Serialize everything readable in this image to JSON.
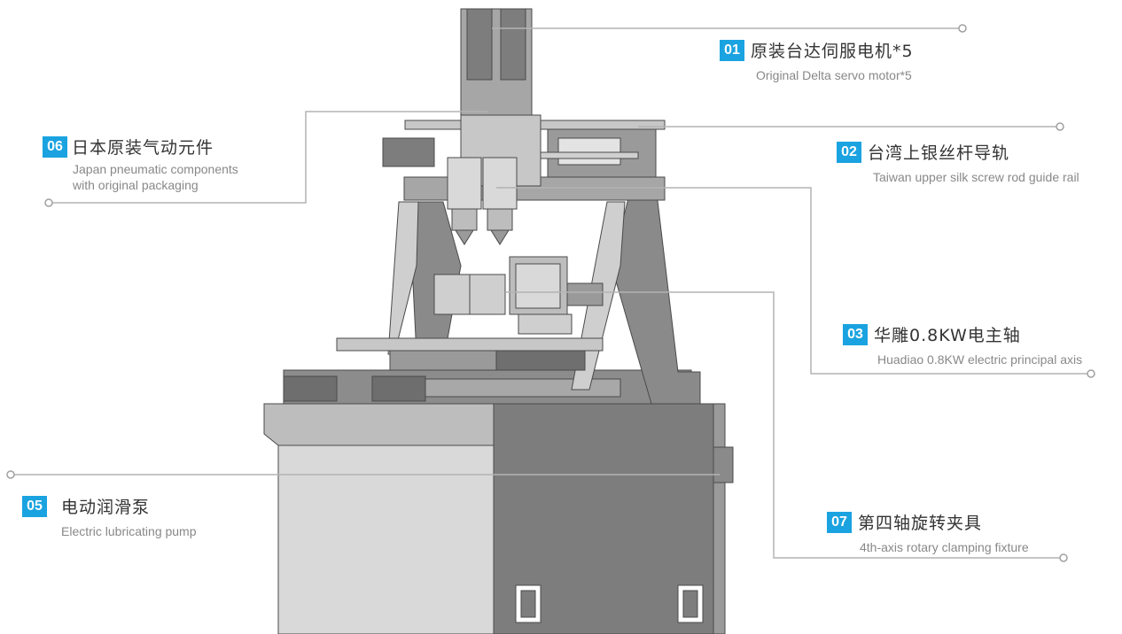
{
  "colors": {
    "accent": "#1aa3e0",
    "leader_line": "#b3b3b3",
    "machine_dark": "#7d7d7d",
    "machine_mid": "#a6a6a6",
    "machine_light": "#d6d6d6"
  },
  "machine": {
    "type": "CNC gantry milling machine line drawing"
  },
  "callouts": [
    {
      "id": "01",
      "title": "原装台达伺服电机*5",
      "subtitle": [
        "Original Delta servo motor*5"
      ]
    },
    {
      "id": "02",
      "title": "台湾上银丝杆导轨",
      "subtitle": [
        "Taiwan upper silk screw rod guide rail"
      ]
    },
    {
      "id": "03",
      "title": "华雕0.8KW电主轴",
      "subtitle": [
        "Huadiao 0.8KW electric principal axis"
      ]
    },
    {
      "id": "05",
      "title": "电动润滑泵",
      "subtitle": [
        "Electric lubricating pump"
      ]
    },
    {
      "id": "06",
      "title": "日本原装气动元件",
      "subtitle": [
        "Japan pneumatic components",
        "with original packaging"
      ]
    },
    {
      "id": "07",
      "title": "第四轴旋转夹具",
      "subtitle": [
        "4th-axis rotary clamping fixture"
      ]
    }
  ]
}
